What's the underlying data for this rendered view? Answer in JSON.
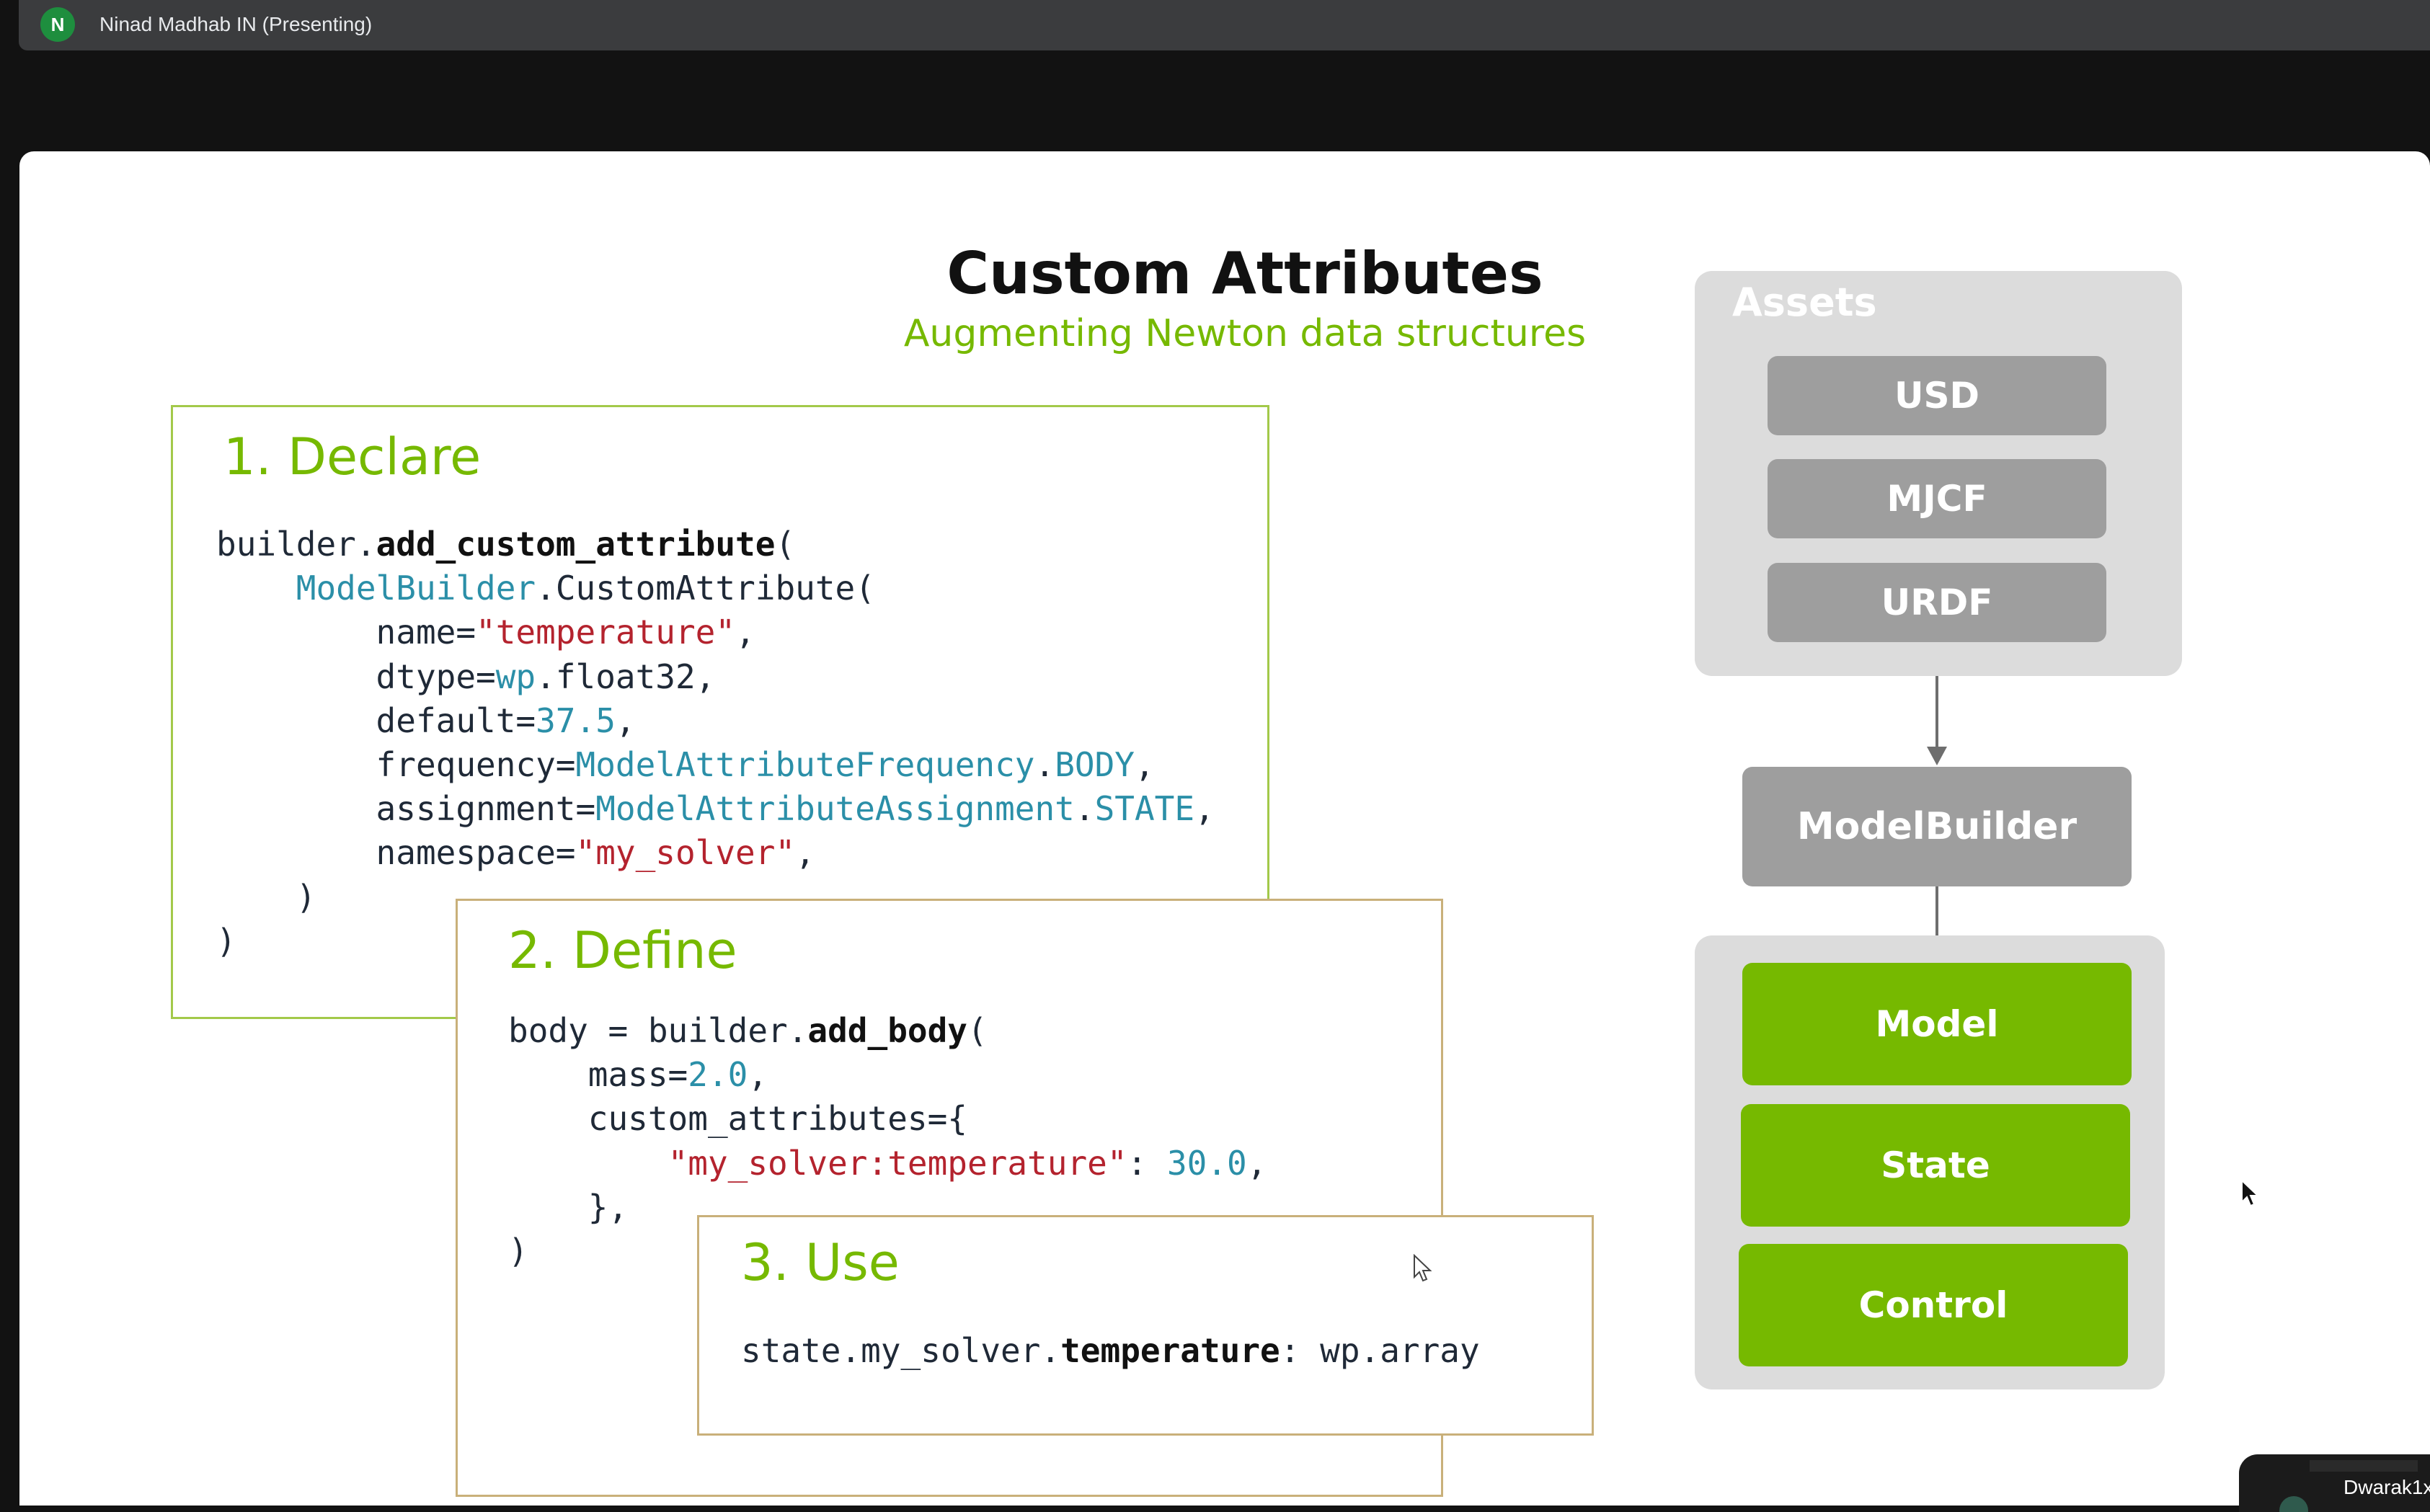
{
  "meeting": {
    "presenter_initial": "N",
    "presenter_label": "Ninad Madhab IN (Presenting)",
    "avatar_color": "#1e8e3e",
    "participant_thumbnail_label": "Dwarak1x"
  },
  "slide": {
    "title": "Custom Attributes",
    "subtitle": "Augmenting Newton data structures",
    "accent_color": "#76b900",
    "panels": [
      {
        "heading": "1. Declare"
      },
      {
        "heading": "2. Define"
      },
      {
        "heading": "3. Use"
      }
    ],
    "diagram": {
      "assets_label": "Assets",
      "assets": [
        "USD",
        "MJCF",
        "URDF"
      ],
      "builder": "ModelBuilder",
      "outputs": [
        "Model",
        "State",
        "Control"
      ]
    }
  },
  "code": {
    "declare": [
      [
        {
          "t": "builder."
        },
        {
          "t": "add_custom_attribute",
          "c": "kw"
        },
        {
          "t": "("
        }
      ],
      [
        {
          "t": "    "
        },
        {
          "t": "ModelBuilder",
          "c": "ty"
        },
        {
          "t": ".CustomAttribute("
        }
      ],
      [
        {
          "t": "        name="
        },
        {
          "t": "\"temperature\"",
          "c": "str"
        },
        {
          "t": ","
        }
      ],
      [
        {
          "t": "        dtype="
        },
        {
          "t": "wp",
          "c": "ty"
        },
        {
          "t": ".float32,"
        }
      ],
      [
        {
          "t": "        default="
        },
        {
          "t": "37.5",
          "c": "num"
        },
        {
          "t": ","
        }
      ],
      [
        {
          "t": "        frequency="
        },
        {
          "t": "ModelAttributeFrequency",
          "c": "ty"
        },
        {
          "t": "."
        },
        {
          "t": "BODY",
          "c": "ty"
        },
        {
          "t": ","
        }
      ],
      [
        {
          "t": "        assignment="
        },
        {
          "t": "ModelAttributeAssignment",
          "c": "ty"
        },
        {
          "t": "."
        },
        {
          "t": "STATE",
          "c": "ty"
        },
        {
          "t": ","
        }
      ],
      [
        {
          "t": "        namespace="
        },
        {
          "t": "\"my_solver\"",
          "c": "str"
        },
        {
          "t": ","
        }
      ],
      [
        {
          "t": "    )"
        }
      ],
      [
        {
          "t": ")"
        }
      ]
    ],
    "define": [
      [
        {
          "t": "body = builder."
        },
        {
          "t": "add_body",
          "c": "kw"
        },
        {
          "t": "("
        }
      ],
      [
        {
          "t": "    mass="
        },
        {
          "t": "2.0",
          "c": "num"
        },
        {
          "t": ","
        }
      ],
      [
        {
          "t": "    custom_attributes={"
        }
      ],
      [
        {
          "t": "        "
        },
        {
          "t": "\"my_solver:temperature\"",
          "c": "str"
        },
        {
          "t": ": "
        },
        {
          "t": "30.0",
          "c": "num"
        },
        {
          "t": ","
        }
      ],
      [
        {
          "t": "    },"
        }
      ],
      [
        {
          "t": ")"
        }
      ]
    ],
    "use": [
      [
        {
          "t": "state.my_solver."
        },
        {
          "t": "temperature",
          "c": "kw"
        },
        {
          "t": ": wp.array"
        }
      ]
    ]
  }
}
